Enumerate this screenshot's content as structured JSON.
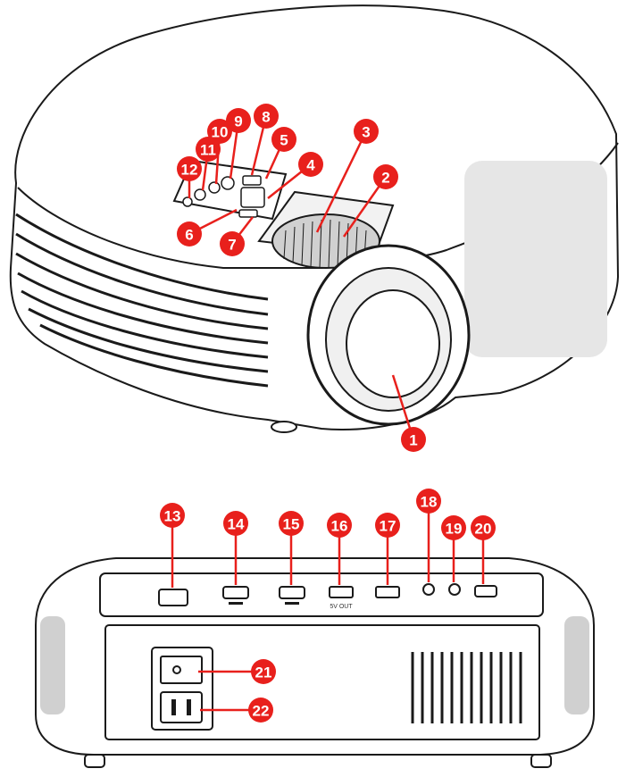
{
  "colors": {
    "callout": "#e8201c",
    "outline": "#1a1a1a",
    "body_fill": "#ffffff",
    "shade": "#d9d9d9"
  },
  "callouts": [
    {
      "id": 1,
      "label": "1"
    },
    {
      "id": 2,
      "label": "2"
    },
    {
      "id": 3,
      "label": "3"
    },
    {
      "id": 4,
      "label": "4"
    },
    {
      "id": 5,
      "label": "5"
    },
    {
      "id": 6,
      "label": "6"
    },
    {
      "id": 7,
      "label": "7"
    },
    {
      "id": 8,
      "label": "8"
    },
    {
      "id": 9,
      "label": "9"
    },
    {
      "id": 10,
      "label": "10"
    },
    {
      "id": 11,
      "label": "11"
    },
    {
      "id": 12,
      "label": "12"
    },
    {
      "id": 13,
      "label": "13"
    },
    {
      "id": 14,
      "label": "14"
    },
    {
      "id": 15,
      "label": "15"
    },
    {
      "id": 16,
      "label": "16"
    },
    {
      "id": 17,
      "label": "17"
    },
    {
      "id": 18,
      "label": "18"
    },
    {
      "id": 19,
      "label": "19"
    },
    {
      "id": 20,
      "label": "20"
    },
    {
      "id": 21,
      "label": "21"
    },
    {
      "id": 22,
      "label": "22"
    }
  ],
  "port_labels": {
    "usb_5v": "5V OUT"
  }
}
